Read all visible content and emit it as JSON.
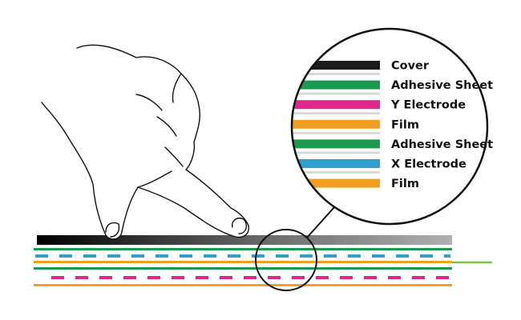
{
  "colors": {
    "cover": "#1a1a1a",
    "adhesive": "#1a9a4e",
    "y_electrode": "#e0268a",
    "film": "#f0a020",
    "x_electrode": "#2e9fd0",
    "separator": "#d9d9d9",
    "lead_wire": "#7dc142",
    "outline": "#111111"
  },
  "legend": [
    {
      "label": "Cover",
      "color": "#1a1a1a"
    },
    {
      "label": "Adhesive Sheet",
      "color": "#1a9a4e"
    },
    {
      "label": "Y Electrode",
      "color": "#e0268a"
    },
    {
      "label": "Film",
      "color": "#f0a020"
    },
    {
      "label": "Adhesive Sheet",
      "color": "#1a9a4e"
    },
    {
      "label": "X Electrode",
      "color": "#2e9fd0"
    },
    {
      "label": "Film",
      "color": "#f0a020"
    }
  ]
}
